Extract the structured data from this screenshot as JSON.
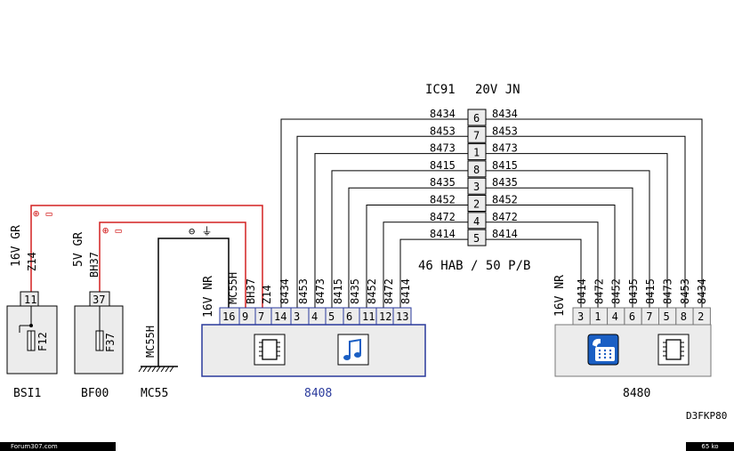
{
  "header": {
    "connector_ref": "IC91",
    "connector_spec": "20V JN",
    "note": "46 HAB / 50 P/B",
    "drawing_ref": "D3FKP80"
  },
  "center_rows": [
    {
      "left_wire": "8434",
      "pin": "6",
      "right_wire": "8434"
    },
    {
      "left_wire": "8453",
      "pin": "7",
      "right_wire": "8453"
    },
    {
      "left_wire": "8473",
      "pin": "1",
      "right_wire": "8473"
    },
    {
      "left_wire": "8415",
      "pin": "8",
      "right_wire": "8415"
    },
    {
      "left_wire": "8435",
      "pin": "3",
      "right_wire": "8435"
    },
    {
      "left_wire": "8452",
      "pin": "2",
      "right_wire": "8452"
    },
    {
      "left_wire": "8472",
      "pin": "4",
      "right_wire": "8472"
    },
    {
      "left_wire": "8414",
      "pin": "5",
      "right_wire": "8414"
    }
  ],
  "components": {
    "bsi": {
      "connector_spec": "16V GR",
      "wire": "Z14",
      "pin": "11",
      "fuse": "F12",
      "label": "BSI1",
      "supply_symbol": "⊕ ▭"
    },
    "bf": {
      "connector_spec": "5V GR",
      "wire": "BH37",
      "pin": "37",
      "fuse": "F37",
      "label": "BF00",
      "supply_symbol": "⊕ ▭"
    },
    "ground": {
      "wire": "MC55H",
      "label": "MC55",
      "ground_symbol": "⊖ ⏚"
    },
    "radio": {
      "connector_spec": "16V NR",
      "wires": [
        "MC55H",
        "BH37",
        "Z14",
        "8434",
        "8453",
        "8473",
        "8415",
        "8435",
        "8452",
        "8472",
        "8414"
      ],
      "pins": [
        "16",
        "9",
        "7",
        "14",
        "3",
        "4",
        "5",
        "6",
        "11",
        "12",
        "13"
      ],
      "label": "8408",
      "icons": [
        "chip-icon",
        "music-note-icon"
      ]
    },
    "phone": {
      "connector_spec": "16V NR",
      "wires": [
        "8414",
        "8472",
        "8452",
        "8435",
        "8415",
        "8473",
        "8453",
        "8434"
      ],
      "pins": [
        "3",
        "1",
        "4",
        "6",
        "7",
        "5",
        "8",
        "2"
      ],
      "label": "8480",
      "icons": [
        "telephone-icon",
        "chip-icon"
      ]
    }
  },
  "colors": {
    "wire": "#000000",
    "supply_wire": "#d42020",
    "radio_box_border": "#2a3a9c",
    "box_fill": "#ececec",
    "phone_icon": "#1a5fc4"
  },
  "footer": {
    "left": "Forum307.com",
    "right": "65 ko"
  }
}
